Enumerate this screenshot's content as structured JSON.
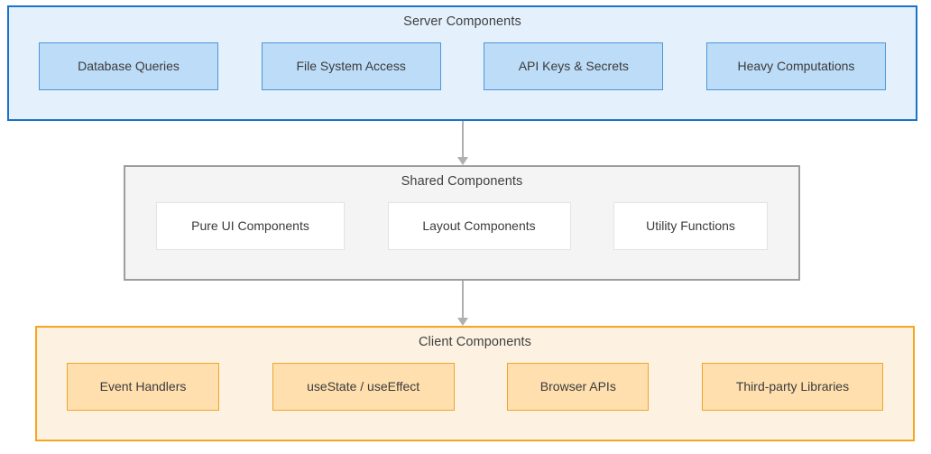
{
  "diagram": {
    "groups": [
      {
        "id": "server",
        "title": "Server Components",
        "border_color": "#1a73c8",
        "fill_color": "#e4f1fd",
        "node_border_color": "#4e96d8",
        "node_fill_color": "#bcdcf7",
        "nodes": [
          {
            "label": "Database Queries"
          },
          {
            "label": "File System Access"
          },
          {
            "label": "API Keys & Secrets"
          },
          {
            "label": "Heavy Computations"
          }
        ]
      },
      {
        "id": "shared",
        "title": "Shared Components",
        "border_color": "#9d9d9d",
        "fill_color": "#f4f4f4",
        "node_border_color": "#e3e3e3",
        "node_fill_color": "#ffffff",
        "nodes": [
          {
            "label": "Pure UI Components"
          },
          {
            "label": "Layout Components"
          },
          {
            "label": "Utility Functions"
          }
        ]
      },
      {
        "id": "client",
        "title": "Client Components",
        "border_color": "#f7a51f",
        "fill_color": "#fdf2e1",
        "node_border_color": "#f1a428",
        "node_fill_color": "#ffdfae",
        "nodes": [
          {
            "label": "Event Handlers"
          },
          {
            "label": "useState / useEffect"
          },
          {
            "label": "Browser APIs"
          },
          {
            "label": "Third-party Libraries"
          }
        ]
      }
    ],
    "connectors": [
      {
        "id": "server-to-shared",
        "from": "server",
        "to": "shared",
        "direction": "down",
        "color": "#b0b0b0"
      },
      {
        "id": "shared-to-client",
        "from": "shared",
        "to": "client",
        "direction": "down",
        "color": "#b0b0b0"
      }
    ],
    "background_color": "#ffffff",
    "text_color": "#3b3b3b"
  }
}
